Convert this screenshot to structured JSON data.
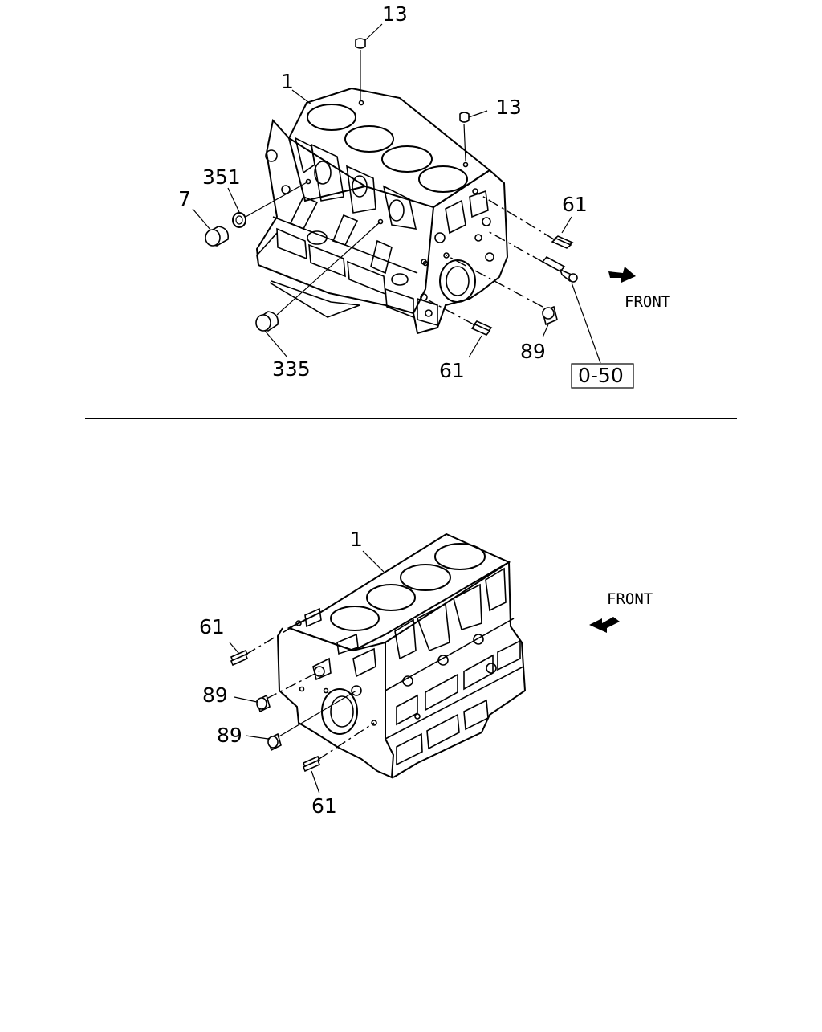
{
  "top_view": {
    "labels": {
      "l13a": "13",
      "l1": "1",
      "l13b": "13",
      "l351": "351",
      "l7": "7",
      "l61a": "61",
      "front": "FRONT",
      "l335": "335",
      "l61b": "61",
      "l89": "89",
      "ref": "0-50"
    }
  },
  "bottom_view": {
    "labels": {
      "l1": "1",
      "front": "FRONT",
      "l61a": "61",
      "l89a": "89",
      "l89b": "89",
      "l61b": "61"
    }
  },
  "icons": {
    "front_arrow": "front-arrow-icon"
  }
}
